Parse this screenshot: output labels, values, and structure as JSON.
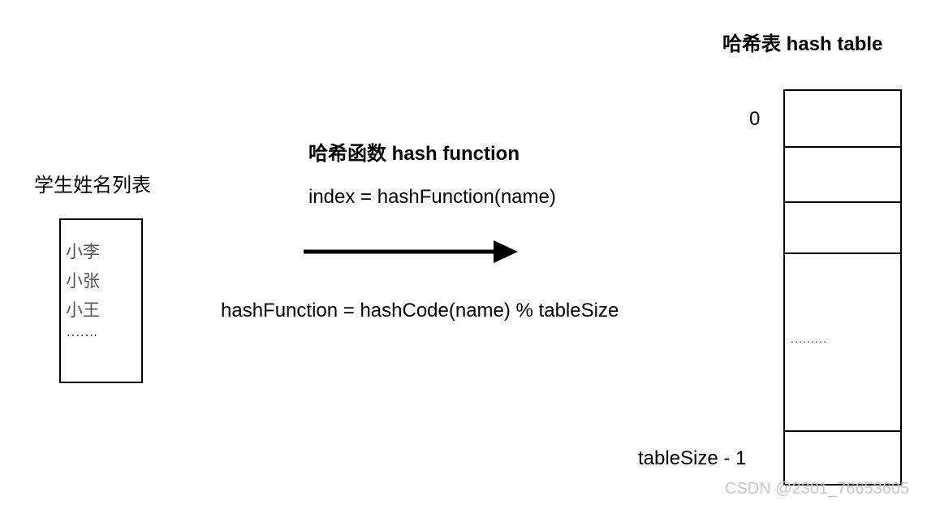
{
  "names_list": {
    "title": "学生姓名列表",
    "items": [
      "小李",
      "小张",
      "小王"
    ],
    "more": "……."
  },
  "hash_function": {
    "title": "哈希函数 hash function",
    "index_formula": "index = hashFunction(name)",
    "definition": "hashFunction = hashCode(name) % tableSize"
  },
  "hash_table": {
    "title": "哈希表 hash table",
    "first_index": "0",
    "last_index": "tableSize - 1",
    "middle_ellipsis": "………"
  },
  "watermark": "CSDN @2301_76653605"
}
